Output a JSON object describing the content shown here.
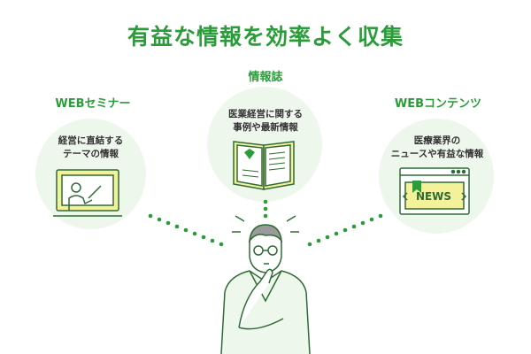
{
  "title": "有益な情報を効率よく収集",
  "categories": [
    {
      "heading": "WEBセミナー",
      "lines": [
        "経営に直結する",
        "テーマの情報"
      ],
      "icon": "seminar-screen-icon"
    },
    {
      "heading": "情報誌",
      "lines": [
        "医業経営に関する",
        "事例や最新情報"
      ],
      "icon": "magazine-icon"
    },
    {
      "heading": "WEBコンテンツ",
      "lines": [
        "医療業界の",
        "ニュースや有益な情報"
      ],
      "icon": "news-browser-icon"
    }
  ],
  "news_label": "NEWS",
  "colors": {
    "accent": "#2a9d3a",
    "bubble": "#eef7ec",
    "highlight": "#f3f19a"
  }
}
